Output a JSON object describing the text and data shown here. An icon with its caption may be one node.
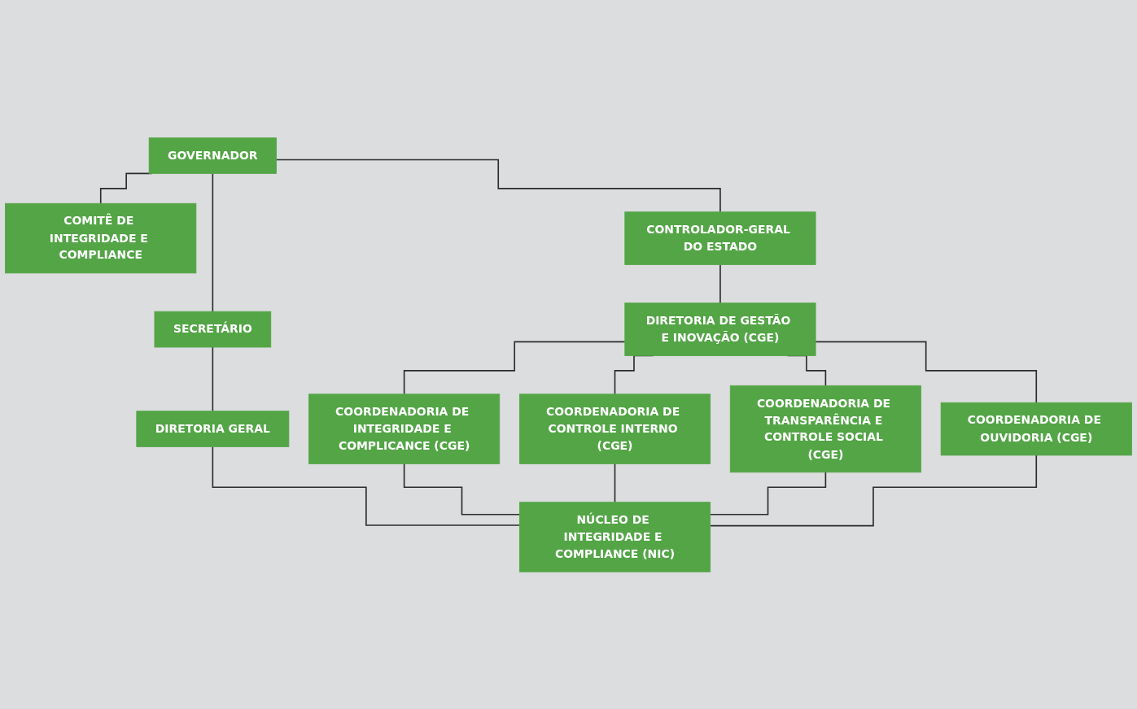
{
  "diagram": {
    "nodes": [
      {
        "text": [
          "GOVERNADOR"
        ]
      },
      {
        "text": [
          "COMITÊ DE INTEGRIDADE E COMPLIANCE"
        ]
      },
      {
        "text": [
          "SECRETÁRIO"
        ]
      },
      {
        "text": [
          "CONTROLADOR-GERAL DO ESTADO"
        ]
      },
      {
        "text": [
          "DIRETORIA GERAL"
        ]
      },
      {
        "text": [
          "DIRETORIA DE GESTÃO E INOVAÇÃO (CGE)"
        ]
      },
      {
        "text": [
          "COORDENADORIA DE INTEGRIDADE E COMPLICANCE (CGE)"
        ]
      },
      {
        "text": [
          "COORDENADORIA DE CONTROLE INTERNO (CGE)"
        ]
      },
      {
        "text": [
          "COORDENADORIA DE TRANSPARÊNCIA E CONTROLE SOCIAL (CGE)"
        ]
      },
      {
        "text": [
          "COORDENADORIA DE OUVIDORIA (CGE)"
        ]
      },
      {
        "text": [
          "NÚCLEO DE INTEGRIDADE E COMPLIANCE (NIC)"
        ]
      }
    ],
    "edges": [
      {
        "from": 0,
        "to": 1,
        "arrow": "none"
      },
      {
        "from": 0,
        "to": 2,
        "arrow": "none"
      },
      {
        "from": 0,
        "to": 3,
        "arrow": "none"
      },
      {
        "from": 2,
        "to": 4,
        "arrow": "none"
      },
      {
        "from": 3,
        "to": 5,
        "arrow": "none"
      },
      {
        "from": 5,
        "to": 6,
        "arrow": "none"
      },
      {
        "from": 5,
        "to": 7,
        "arrow": "none"
      },
      {
        "from": 5,
        "to": 8,
        "arrow": "none"
      },
      {
        "from": 5,
        "to": 9,
        "arrow": "none"
      },
      {
        "from": 4,
        "to": 10,
        "arrow": "none"
      },
      {
        "from": 6,
        "to": 10,
        "arrow": "none"
      },
      {
        "from": 7,
        "to": 10,
        "arrow": "none"
      },
      {
        "from": 8,
        "to": 10,
        "arrow": "none"
      },
      {
        "from": 9,
        "to": 10,
        "arrow": "none"
      }
    ]
  }
}
